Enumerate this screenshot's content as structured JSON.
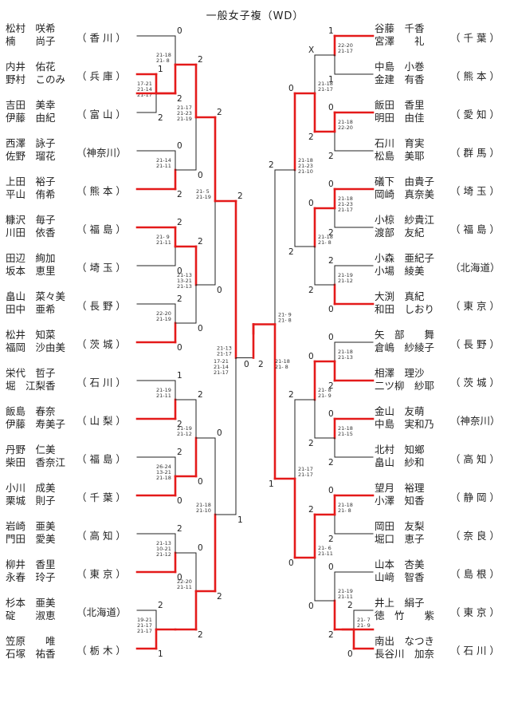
{
  "title": "一般女子複（WD）",
  "left_teams": [
    {
      "p1": "松村　咲希",
      "p2": "楠　　尚子",
      "pref": "（ 香 川 ）"
    },
    {
      "p1": "内井　佑花",
      "p2": "野村　このみ",
      "pref": "（ 兵 庫 ）"
    },
    {
      "p1": "吉田　美幸",
      "p2": "伊藤　由紀",
      "pref": "（ 富 山 ）"
    },
    {
      "p1": "西澤　詠子",
      "p2": "佐野　瑠花",
      "pref": "（神奈川）"
    },
    {
      "p1": "上田　裕子",
      "p2": "平山　侑希",
      "pref": "（ 熊 本 ）"
    },
    {
      "p1": "糠沢　毎子",
      "p2": "川田　依香",
      "pref": "（ 福 島 ）"
    },
    {
      "p1": "田辺　絢加",
      "p2": "坂本　恵里",
      "pref": "（ 埼 玉 ）"
    },
    {
      "p1": "畠山　菜々美",
      "p2": "田中　亜希",
      "pref": "（ 長 野 ）"
    },
    {
      "p1": "松井　知菜",
      "p2": "福岡　沙由美",
      "pref": "（ 茨 城 ）"
    },
    {
      "p1": "栄代　哲子",
      "p2": "堀　江梨香",
      "pref": "（ 石 川 ）"
    },
    {
      "p1": "飯島　春奈",
      "p2": "伊藤　寿美子",
      "pref": "（ 山 梨 ）"
    },
    {
      "p1": "丹野　仁美",
      "p2": "柴田　香奈江",
      "pref": "（ 福 島 ）"
    },
    {
      "p1": "小川　成美",
      "p2": "栗城　則子",
      "pref": "（ 千 葉 ）"
    },
    {
      "p1": "岩崎　亜美",
      "p2": "門田　愛美",
      "pref": "（ 高 知 ）"
    },
    {
      "p1": "柳井　香里",
      "p2": "永春　玲子",
      "pref": "（ 東 京 ）"
    },
    {
      "p1": "杉本　亜美",
      "p2": "碇　　淑恵",
      "pref": "（北海道）"
    },
    {
      "p1": "笠原　　唯",
      "p2": "石塚　祐香",
      "pref": "（ 栃 木 ）"
    }
  ],
  "right_teams": [
    {
      "p1": "谷藤　千香",
      "p2": "宮澤　　礼",
      "pref": "（ 千 葉 ）"
    },
    {
      "p1": "中島　小巻",
      "p2": "金建　有香",
      "pref": "（ 熊 本 ）"
    },
    {
      "p1": "飯田　香里",
      "p2": "明田　由佳",
      "pref": "（ 愛 知 ）"
    },
    {
      "p1": "石川　育実",
      "p2": "松島　美耶",
      "pref": "（ 群 馬 ）"
    },
    {
      "p1": "礒下　由貴子",
      "p2": "岡崎　真奈美",
      "pref": "（ 埼 玉 ）"
    },
    {
      "p1": "小椋　紗貴江",
      "p2": "渡部　友紀",
      "pref": "（ 福 島 ）"
    },
    {
      "p1": "小森　亜紀子",
      "p2": "小場　綾美",
      "pref": "（北海道）"
    },
    {
      "p1": "大渕　真紀",
      "p2": "和田　しおり",
      "pref": "（ 東 京 ）"
    },
    {
      "p1": "矢　部　　舞",
      "p2": "倉嶋　紗綾子",
      "pref": "（ 長 野 ）"
    },
    {
      "p1": "相澤　理沙",
      "p2": "二ツ柳　紗耶",
      "pref": "（ 茨 城 ）"
    },
    {
      "p1": "金山　友萌",
      "p2": "中島　実和乃",
      "pref": "（神奈川）"
    },
    {
      "p1": "北村　知鄉",
      "p2": "畠山　紗和",
      "pref": "（ 高 知 ）"
    },
    {
      "p1": "望月　裕理",
      "p2": "小澤　知香",
      "pref": "（ 静 岡 ）"
    },
    {
      "p1": "岡田　友梨",
      "p2": "堀口　恵子",
      "pref": "（ 奈 良 ）"
    },
    {
      "p1": "山本　杏美",
      "p2": "山﨑　智香",
      "pref": "（ 島 根 ）"
    },
    {
      "p1": "井上　絹子",
      "p2": "徳　竹　　紫",
      "pref": "（ 東 京 ）"
    },
    {
      "p1": "南出　なつき",
      "p2": "長谷川　加奈",
      "pref": "（ 石 川 ）"
    }
  ],
  "round_labels": [
    "1",
    "2",
    "0",
    "2",
    "0",
    "2",
    "2",
    "0",
    "2",
    "0",
    "2",
    "0",
    "2",
    "0",
    "2",
    "0",
    "2",
    "1",
    "1",
    "2",
    "2",
    "0",
    "2",
    "0",
    "2",
    "0",
    "0",
    "2",
    "0",
    "2",
    "2",
    "1",
    "2",
    "0",
    "1",
    "1",
    "0",
    "2",
    "0",
    "2",
    "2",
    "0",
    "X",
    "2",
    "0",
    "2",
    "0",
    "2",
    "0",
    "2",
    "0",
    "2",
    "0",
    "2",
    "0",
    "2",
    "0",
    "2",
    "2",
    "0",
    "2",
    "0",
    "2",
    "1",
    "0",
    "2",
    "2",
    "0",
    "2",
    "2",
    "0"
  ],
  "scores": [
    "17-21\n21-14\n21-17",
    "21-18\n21- 8",
    "21-14\n21-11",
    "21- 9\n21-11",
    "22-20\n21-19",
    "21-17\n21-23\n21-19",
    "21-13\n13-21\n21-13",
    "21- 5\n21-19",
    "19-21\n21-17\n21-17",
    "21-19\n21-11",
    "26-24\n13-21\n21-18",
    "21-13\n10-21\n21-12",
    "21-19\n21-12",
    "22-20\n21-11",
    "21-18\n21-10",
    "21-13\n21-17",
    "21- 7\n21- 9",
    "22-20\n21-17",
    "21-18\n22-20",
    "21-18\n21-23\n21-17",
    "21-19\n21-12",
    "21-18\n21-17",
    "21-18\n21- 8",
    "21-18\n21-23\n21-10",
    "21-18\n21-13",
    "21-18\n21-15",
    "21-18\n21- 8",
    "21-19\n21-11",
    "21- 8\n21- 9",
    "21- 6\n21-11",
    "21-17\n21-17",
    "21- 9\n21- 8"
  ]
}
